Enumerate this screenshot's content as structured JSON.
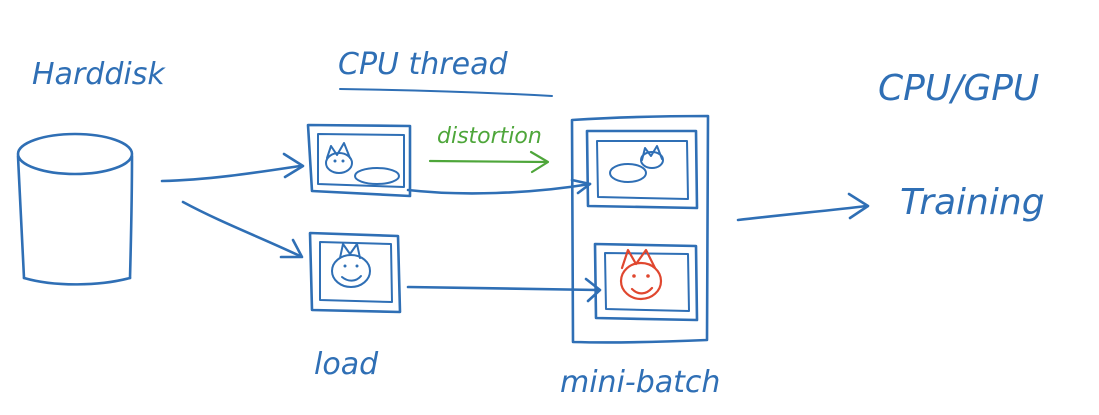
{
  "labels": {
    "harddisk": "Harddisk",
    "cpu_thread": "CPU thread",
    "cpu_gpu": "CPU/GPU",
    "training": "Training",
    "distortion": "distortion",
    "load": "load",
    "mini_batch": "mini-batch"
  },
  "colors": {
    "ink": "#2f6fb5",
    "distortion": "#4ea63a",
    "distorted_cat": "#e0472f"
  }
}
